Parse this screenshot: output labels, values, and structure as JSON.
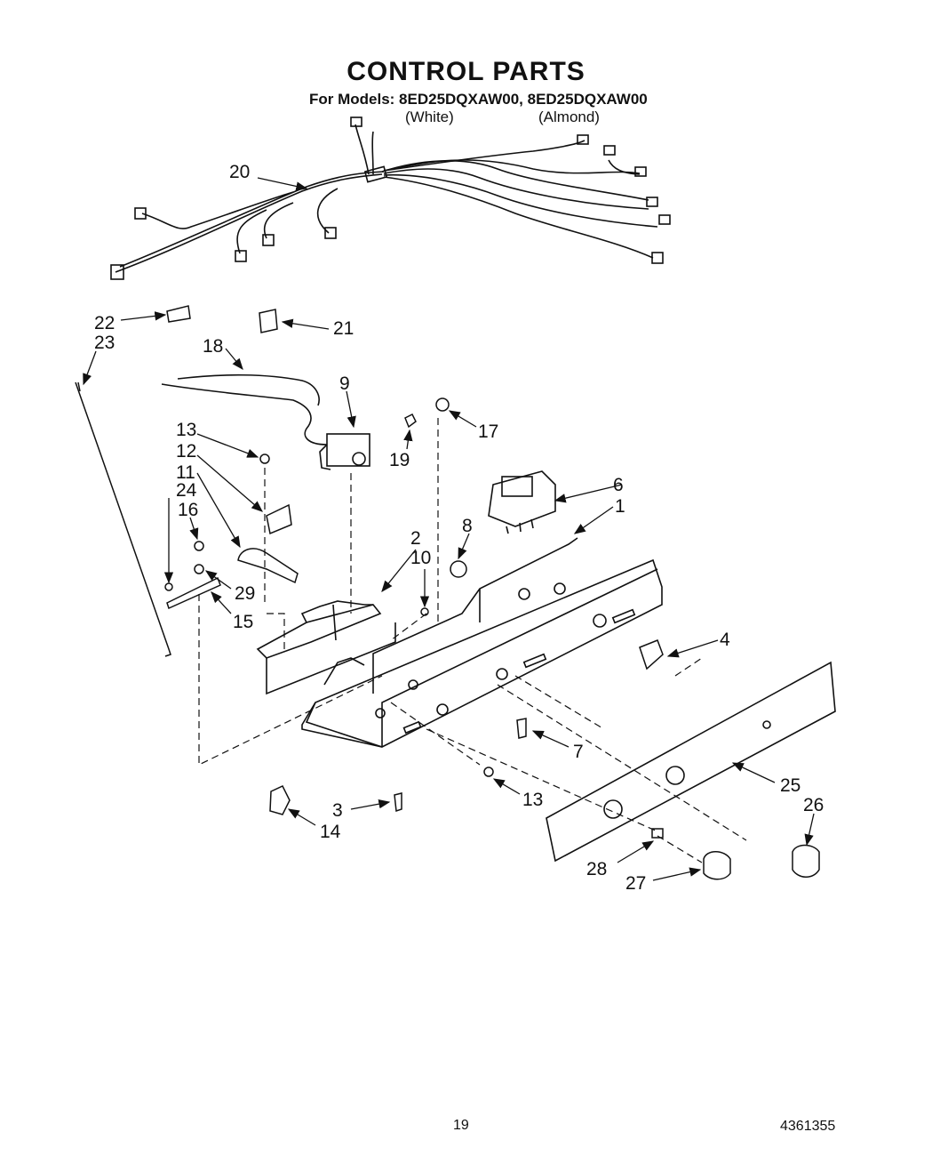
{
  "header": {
    "title": "CONTROL PARTS",
    "models": "For Models: 8ED25DQXAW00, 8ED25DQXAW00",
    "color_white": "(White)",
    "color_almond": "(Almond)"
  },
  "callouts": {
    "c1": "1",
    "c2": "2",
    "c3": "3",
    "c4": "4",
    "c6": "6",
    "c7": "7",
    "c8": "8",
    "c9": "9",
    "c10": "10",
    "c11": "11",
    "c12": "12",
    "c13a": "13",
    "c13b": "13",
    "c14": "14",
    "c15": "15",
    "c16": "16",
    "c17": "17",
    "c18": "18",
    "c19": "19",
    "c20": "20",
    "c21": "21",
    "c22": "22",
    "c23": "23",
    "c24": "24",
    "c25": "25",
    "c26": "26",
    "c27": "27",
    "c28": "28",
    "c29": "29"
  },
  "footer": {
    "page_number": "19",
    "document_number": "4361355"
  }
}
